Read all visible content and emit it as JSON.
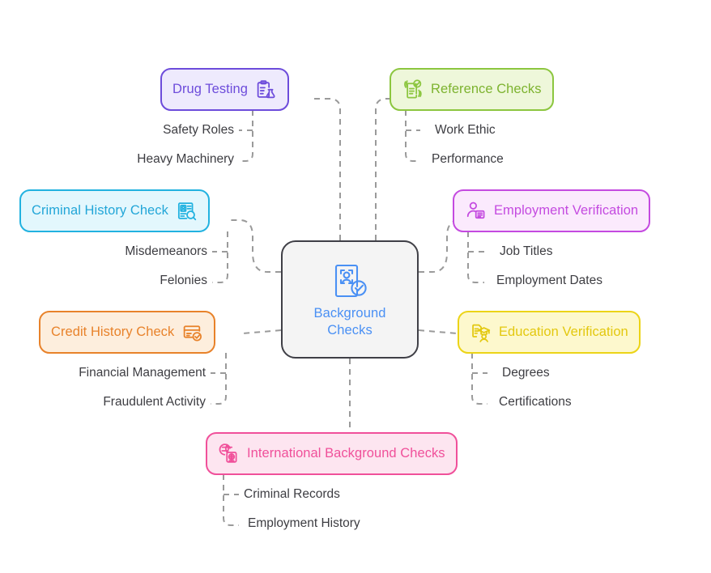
{
  "diagram": {
    "type": "mind-map",
    "title": "Background Checks",
    "center": {
      "label_line1": "Background",
      "label_line2": "Checks",
      "icon": "id-card-person-check-icon",
      "text_color": "#4a90f4",
      "border_color": "#3f3f46",
      "fill_color": "#f4f4f4"
    },
    "connector_color": "#9a9a9a",
    "connector_style": "dashed",
    "branches": [
      {
        "id": "drug-testing",
        "label": "Drug Testing",
        "icon": "clipboard-flask-icon",
        "border_color": "#6d4cdb",
        "fill_color": "#eeeafd",
        "text_color": "#6d4cdb",
        "icon_side": "right",
        "side": "left",
        "children": [
          "Safety Roles",
          "Heavy Machinery"
        ]
      },
      {
        "id": "reference-checks",
        "label": "Reference Checks",
        "icon": "hand-document-check-icon",
        "border_color": "#8cc63f",
        "fill_color": "#eef7da",
        "text_color": "#7db32f",
        "icon_side": "left",
        "side": "right",
        "children": [
          "Work Ethic",
          "Performance"
        ]
      },
      {
        "id": "criminal-history-check",
        "label": "Criminal History Check",
        "icon": "id-badge-search-icon",
        "border_color": "#22b2e0",
        "fill_color": "#e3f7fd",
        "text_color": "#22a6d8",
        "icon_side": "right",
        "side": "left",
        "children": [
          "Misdemeanors",
          "Felonies"
        ]
      },
      {
        "id": "employment-verification",
        "label": "Employment Verification",
        "icon": "person-document-icon",
        "border_color": "#c44ae0",
        "fill_color": "#fbeafd",
        "text_color": "#c44ae0",
        "icon_side": "left",
        "side": "right",
        "children": [
          "Job Titles",
          "Employment Dates"
        ]
      },
      {
        "id": "credit-history-check",
        "label": "Credit History Check",
        "icon": "credit-card-check-icon",
        "border_color": "#e8822a",
        "fill_color": "#fdeedd",
        "text_color": "#e8822a",
        "icon_side": "right",
        "side": "left",
        "children": [
          "Financial Management",
          "Fraudulent Activity"
        ]
      },
      {
        "id": "education-verification",
        "label": "Education Verification",
        "icon": "diploma-graduate-icon",
        "border_color": "#ecd417",
        "fill_color": "#fdf8cd",
        "text_color": "#e3c80f",
        "icon_side": "left",
        "side": "right",
        "children": [
          "Degrees",
          "Certifications"
        ]
      },
      {
        "id": "international-background-checks",
        "label": "International Background Checks",
        "icon": "globe-passport-icon",
        "border_color": "#f0509a",
        "fill_color": "#fde5f0",
        "text_color": "#f0509a",
        "icon_side": "left",
        "side": "bottom",
        "children": [
          "Criminal Records",
          "Employment History"
        ]
      }
    ]
  }
}
